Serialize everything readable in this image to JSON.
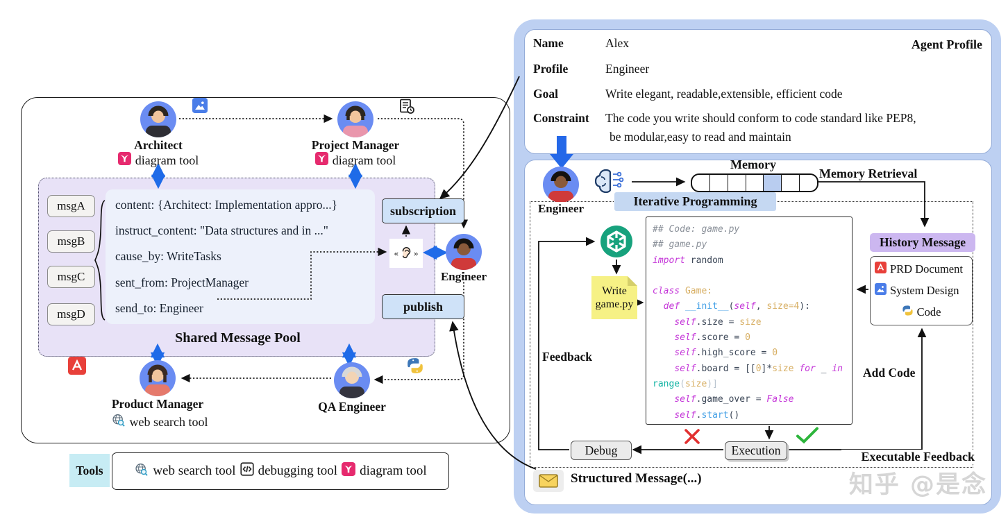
{
  "left_panel": {
    "agents": {
      "architect": {
        "name": "Architect",
        "tool": "diagram tool"
      },
      "project_manager": {
        "name": "Project Manager",
        "tool": "diagram tool"
      },
      "engineer": {
        "name": "Engineer"
      },
      "product_manager": {
        "name": "Product Manager",
        "tool": "web search tool"
      },
      "qa_engineer": {
        "name": "QA Engineer"
      }
    },
    "pool": {
      "title": "Shared Message Pool",
      "messages": [
        "msgA",
        "msgB",
        "msgC",
        "msgD"
      ],
      "fields": [
        "content: {Architect: Implementation appro...}",
        "instruct_content: \"Data structures and in ...\"",
        "cause_by: WriteTasks",
        "sent_from: ProjectManager",
        "send_to: Engineer"
      ]
    },
    "subscription_label": "subscription",
    "publish_label": "publish"
  },
  "tools_legend": {
    "title": "Tools",
    "items": [
      "web search tool",
      "debugging tool",
      "diagram tool"
    ]
  },
  "right_panel": {
    "profile": {
      "title": "Agent Profile",
      "rows": [
        {
          "label": "Name",
          "value": "Alex"
        },
        {
          "label": "Profile",
          "value": "Engineer"
        },
        {
          "label": "Goal",
          "value": "Write elegant, readable,extensible, efficient code"
        },
        {
          "label": "Constraint",
          "value": "The code you write should conform to code standard like PEP8,",
          "value2": "be modular,easy to read and maintain"
        }
      ]
    },
    "engineer_label": "Engineer",
    "memory": {
      "title": "Memory",
      "retrieval_label": "Memory Retrieval",
      "cells": 7,
      "highlighted_cell": 5
    },
    "iterative_programming_label": "Iterative Programming",
    "write_note": [
      "Write",
      "game.py"
    ],
    "feedback_label": "Feedback",
    "debug_label": "Debug",
    "execution_label": "Execution",
    "add_code_label": "Add Code",
    "executable_feedback_label": "Executable Feedback",
    "history": {
      "title": "History Message",
      "items": [
        "PRD Document",
        "System Design",
        "Code"
      ]
    },
    "structured_message_label": "Structured Message(...)",
    "code_lines": [
      [
        {
          "c": "cmt",
          "t": "## Code: game.py"
        }
      ],
      [
        {
          "c": "cmt",
          "t": "## game.py"
        }
      ],
      [
        {
          "c": "kw",
          "t": "import"
        },
        {
          "c": "id",
          "t": " random"
        }
      ],
      [],
      [
        {
          "c": "kw",
          "t": "class"
        },
        {
          "c": "tan",
          "t": " Game:"
        }
      ],
      [
        {
          "c": "id",
          "t": "  "
        },
        {
          "c": "kw",
          "t": "def"
        },
        {
          "c": "fn",
          "t": " __init__"
        },
        {
          "c": "id",
          "t": "("
        },
        {
          "c": "kw",
          "t": "self"
        },
        {
          "c": "id",
          "t": ", "
        },
        {
          "c": "tan",
          "t": "size=4"
        },
        {
          "c": "id",
          "t": "):"
        }
      ],
      [
        {
          "c": "id",
          "t": "    "
        },
        {
          "c": "kw",
          "t": "self"
        },
        {
          "c": "id",
          "t": ".size = "
        },
        {
          "c": "tan",
          "t": "size"
        }
      ],
      [
        {
          "c": "id",
          "t": "    "
        },
        {
          "c": "kw",
          "t": "self"
        },
        {
          "c": "id",
          "t": ".score = "
        },
        {
          "c": "tan",
          "t": "0"
        }
      ],
      [
        {
          "c": "id",
          "t": "    "
        },
        {
          "c": "kw",
          "t": "self"
        },
        {
          "c": "id",
          "t": ".high_score = "
        },
        {
          "c": "tan",
          "t": "0"
        }
      ],
      [
        {
          "c": "id",
          "t": "    "
        },
        {
          "c": "kw",
          "t": "self"
        },
        {
          "c": "id",
          "t": ".board = [["
        },
        {
          "c": "tan",
          "t": "0"
        },
        {
          "c": "id",
          "t": "]*"
        },
        {
          "c": "tan",
          "t": "size"
        },
        {
          "c": "kw",
          "t": " for"
        },
        {
          "c": "id",
          "t": " _ "
        },
        {
          "c": "kw",
          "t": "in"
        }
      ],
      [
        {
          "c": "tl",
          "t": "range"
        },
        {
          "c": "pr",
          "t": "("
        },
        {
          "c": "tan",
          "t": "size"
        },
        {
          "c": "pr",
          "t": ")]"
        }
      ],
      [
        {
          "c": "id",
          "t": "    "
        },
        {
          "c": "kw",
          "t": "self"
        },
        {
          "c": "id",
          "t": ".game_over = "
        },
        {
          "c": "kw",
          "t": "False"
        }
      ],
      [
        {
          "c": "id",
          "t": "    "
        },
        {
          "c": "kw",
          "t": "self"
        },
        {
          "c": "id",
          "t": "."
        },
        {
          "c": "fn",
          "t": "start"
        },
        {
          "c": "id",
          "t": "()"
        }
      ]
    ]
  },
  "watermark": "知乎 @是念",
  "colors": {
    "panel_border_blue": "#bdd0f2",
    "pool_bg": "#e8e2f7",
    "msgbox_bg": "#edf1fb",
    "accent_blue_arrow": "#1f6be8",
    "subscription_bg": "#cfe2f8",
    "history_bg": "#ccb7f0",
    "iterative_bg": "#c5d8f2",
    "tools_bg": "#c7ecf4",
    "note_yellow": "#f6f185",
    "mermaid_pink": "#e62a6e",
    "openai_green": "#17a27d",
    "error_red": "#e23030",
    "ok_green": "#2db53c"
  }
}
